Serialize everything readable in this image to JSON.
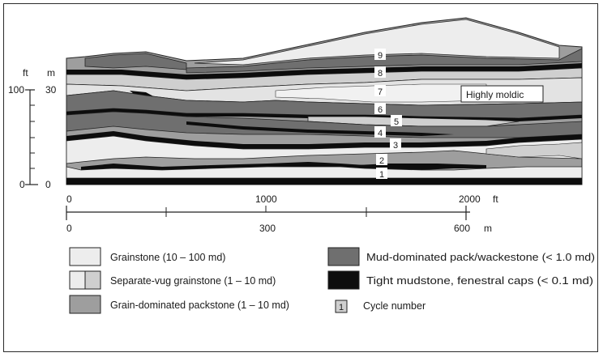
{
  "vertical_scale": {
    "unit_ft": "ft",
    "unit_m": "m",
    "ft_ticks": [
      "100",
      "0"
    ],
    "m_ticks": [
      "30",
      "0"
    ]
  },
  "horizontal_scale": {
    "ft_ticks": [
      "0",
      "1000",
      "2000"
    ],
    "ft_unit": "ft",
    "m_ticks": [
      "0",
      "300",
      "600"
    ],
    "m_unit": "m"
  },
  "cycles": [
    "1",
    "2",
    "3",
    "4",
    "5",
    "6",
    "7",
    "8",
    "9"
  ],
  "callout": "Highly moldic",
  "legend": {
    "items": [
      {
        "key": "grainstone",
        "label": "Grainstone (10 – 100 md)",
        "color": "#ededed"
      },
      {
        "key": "separate_vug",
        "label": "Separate-vug grainstone (1 – 10 md)",
        "color": "#cfcfcf"
      },
      {
        "key": "grain_dominated",
        "label": "Grain-dominated packstone (1 – 10 md)",
        "color": "#9e9e9e"
      },
      {
        "key": "mud_dominated",
        "label": "Mud-dominated pack/wackestone (< 1.0 md)",
        "color": "#6f6f6f"
      },
      {
        "key": "tight_mudstone",
        "label": "Tight mudstone, fenestral caps (< 0.1 md)",
        "color": "#0d0d0d"
      }
    ],
    "cycle_number_box": "1",
    "cycle_number_label": "Cycle number"
  }
}
